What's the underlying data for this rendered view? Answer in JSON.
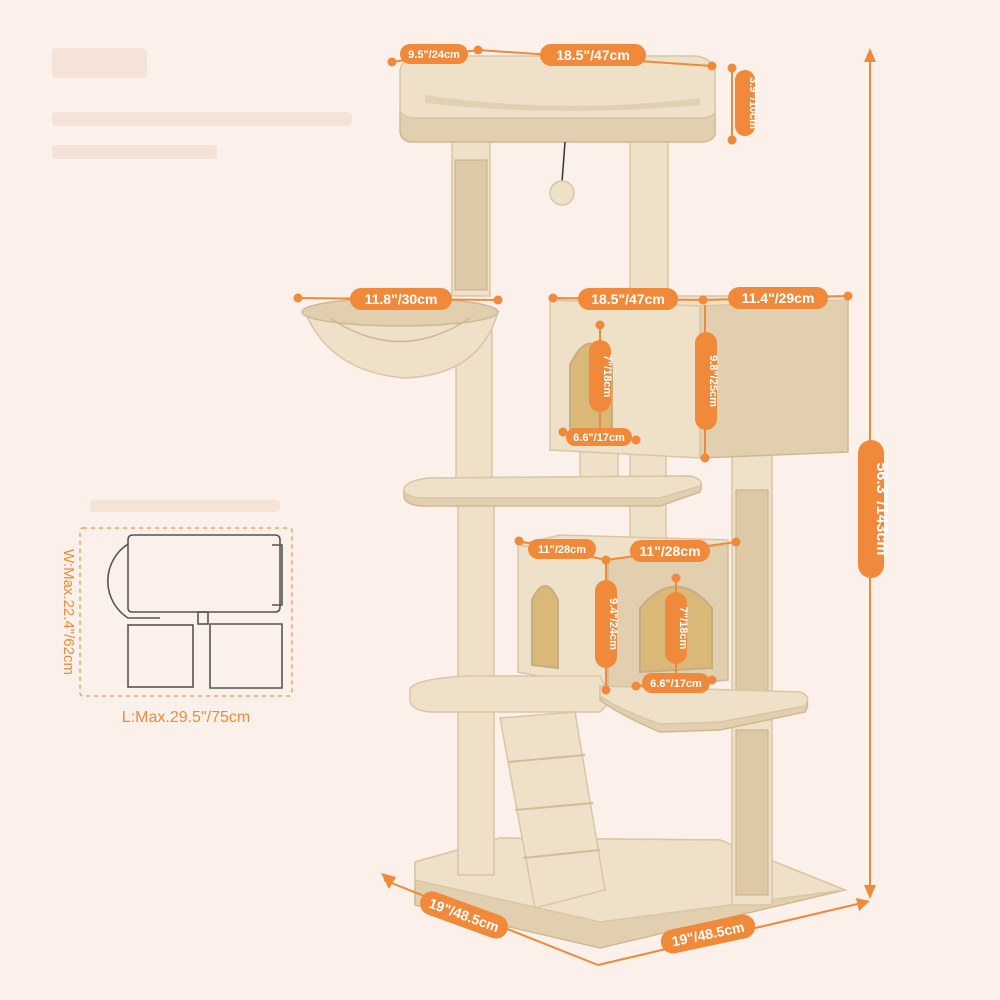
{
  "colors": {
    "background": "#fbf1ea",
    "accent": "#f08a3a",
    "plush": "#efe0c8"
  },
  "dimensions": {
    "top_perch_depth": "9.5\"/24cm",
    "top_perch_width": "18.5\"/47cm",
    "top_perch_height": "3.9\"/10cm",
    "basket_width": "11.8\"/30cm",
    "upper_condo_width": "18.5\"/47cm",
    "upper_condo_depth": "11.4\"/29cm",
    "upper_condo_height": "9.8\"/25cm",
    "upper_door_height": "7\"/18cm",
    "upper_door_width": "6.6\"/17cm",
    "lower_condo_depth": "11\"/28cm",
    "lower_condo_width": "11\"/28cm",
    "lower_condo_height": "9.4\"/24cm",
    "lower_door_height": "7\"/18cm",
    "lower_door_width": "6.6\"/17cm",
    "total_height": "56.3\"/143cm",
    "base_depth": "19\"/48.5cm",
    "base_width": "19\"/48.5cm"
  },
  "footprint": {
    "width_label": "W:Max.22.4\"/62cm",
    "length_label": "L:Max.29.5\"/75cm"
  }
}
